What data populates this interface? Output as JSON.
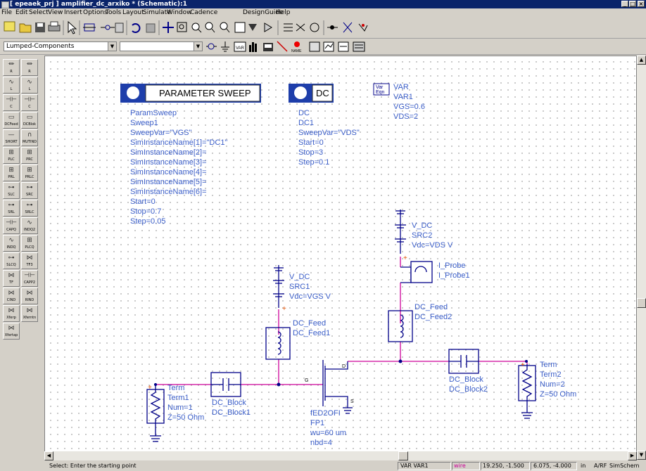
{
  "window": {
    "title": "[ epeaek_prj ] amplifier_dc_arxiko * (Schematic):1",
    "min": "_",
    "max": "□",
    "close": "×"
  },
  "menu": [
    "File",
    "Edit",
    "Select",
    "View",
    "Insert",
    "Options",
    "Tools",
    "Layout",
    "Simulate",
    "Window",
    "Cadence",
    "DesignGuide",
    "Help"
  ],
  "toolbar": {
    "library_select": "Lumped-Components",
    "component_select": "",
    "row1_icons": [
      "new-icon",
      "open-icon",
      "save-icon",
      "print-icon",
      "print-area-icon",
      "select-arrow-icon",
      "move-component-icon",
      "wire-icon",
      "delete-icon",
      "undo-icon",
      "redo-icon",
      "pan-icon",
      "zoom-area-icon",
      "zoom-in-icon",
      "zoom-out-icon",
      "zoom-fit-icon",
      "push-into-icon",
      "pop-out-icon",
      "port-icon",
      "ground-icon",
      "mirror-icon",
      "rotate-icon",
      "simulate-icon",
      "tune-icon",
      "optimize-icon"
    ],
    "row2_icons": [
      "port-symbol-icon",
      "ground-symbol-icon",
      "var-icon",
      "display-icon",
      "ic-icon",
      "wire-draw-icon",
      "name-icon",
      "insert-ground-icon",
      "simulate-tune-icon",
      "history-icon",
      "data-display-icon"
    ],
    "var_label": "VAR",
    "name_label": "NAME"
  },
  "palette": [
    "R",
    "R",
    "L",
    "L",
    "C",
    "C",
    "DCFeed",
    "DCBlok",
    "SHORT",
    "MUTIND",
    "PLC",
    "PRC",
    "PRL",
    "PRLC",
    "SLC",
    "SRC",
    "SRL",
    "SRLC",
    "CAPQ",
    "INDQ2",
    "INDQ",
    "PLCQ",
    "SLCQ",
    "TF3",
    "TF",
    "CAPP2",
    "CIND",
    "RIND",
    "Xferp",
    "Xferntn",
    "Xfertap"
  ],
  "canvas": {
    "sweep": {
      "title": "PARAMETER SWEEP",
      "lines": [
        "ParamSweep",
        "Sweep1",
        "SweepVar=\"VGS\"",
        "SimInstanceName[1]=\"DC1\"",
        "SimInstanceName[2]=",
        "SimInstanceName[3]=",
        "SimInstanceName[4]=",
        "SimInstanceName[5]=",
        "SimInstanceName[6]=",
        "Start=0",
        "Stop=0.7",
        "Step=0.05"
      ]
    },
    "dc": {
      "title": "DC",
      "lines": [
        "DC",
        "DC1",
        "SweepVar=\"VDS\"",
        "Start=0",
        "Stop=3",
        "Step=0.1"
      ]
    },
    "var": {
      "icon_line1": "Var",
      "icon_line2": "Eqn",
      "lines": [
        "VAR",
        "VAR1",
        "VGS=0.6",
        "VDS=2"
      ]
    },
    "src1": {
      "lines": [
        "V_DC",
        "SRC1",
        "Vdc=VGS V"
      ]
    },
    "src2": {
      "lines": [
        "V_DC",
        "SRC2",
        "Vdc=VDS V"
      ]
    },
    "probe": {
      "lines": [
        "I_Probe",
        "I_Probe1"
      ]
    },
    "feed1": {
      "lines": [
        "DC_Feed",
        "DC_Feed1"
      ]
    },
    "feed2": {
      "lines": [
        "DC_Feed",
        "DC_Feed2"
      ]
    },
    "block1": {
      "lines": [
        "DC_Block",
        "DC_Block1"
      ]
    },
    "block2": {
      "lines": [
        "DC_Block",
        "DC_Block2"
      ]
    },
    "term1": {
      "lines": [
        "Term",
        "Term1",
        "Num=1",
        "Z=50 Ohm"
      ]
    },
    "term2": {
      "lines": [
        "Term",
        "Term2",
        "Num=2",
        "Z=50 Ohm"
      ]
    },
    "fet": {
      "lines": [
        "fED2OFI",
        "FP1",
        "wu=60 um",
        "nbd=4"
      ],
      "pins": [
        "G",
        "D",
        "S"
      ]
    },
    "plus": "+"
  },
  "status": {
    "message": "Select: Enter the starting point",
    "item": "VAR VAR1",
    "mode": "wire",
    "coords1": "19.250, -1.500",
    "coords2": "6.075, -4.000",
    "unit": "in",
    "units2": "A/RF",
    "app": "SimSchem"
  },
  "colors": {
    "titlebar": "#0a246a",
    "wire": "#cc0099",
    "component": "#000088",
    "label": "#3b5ec8",
    "canvas": "#ffffff"
  }
}
